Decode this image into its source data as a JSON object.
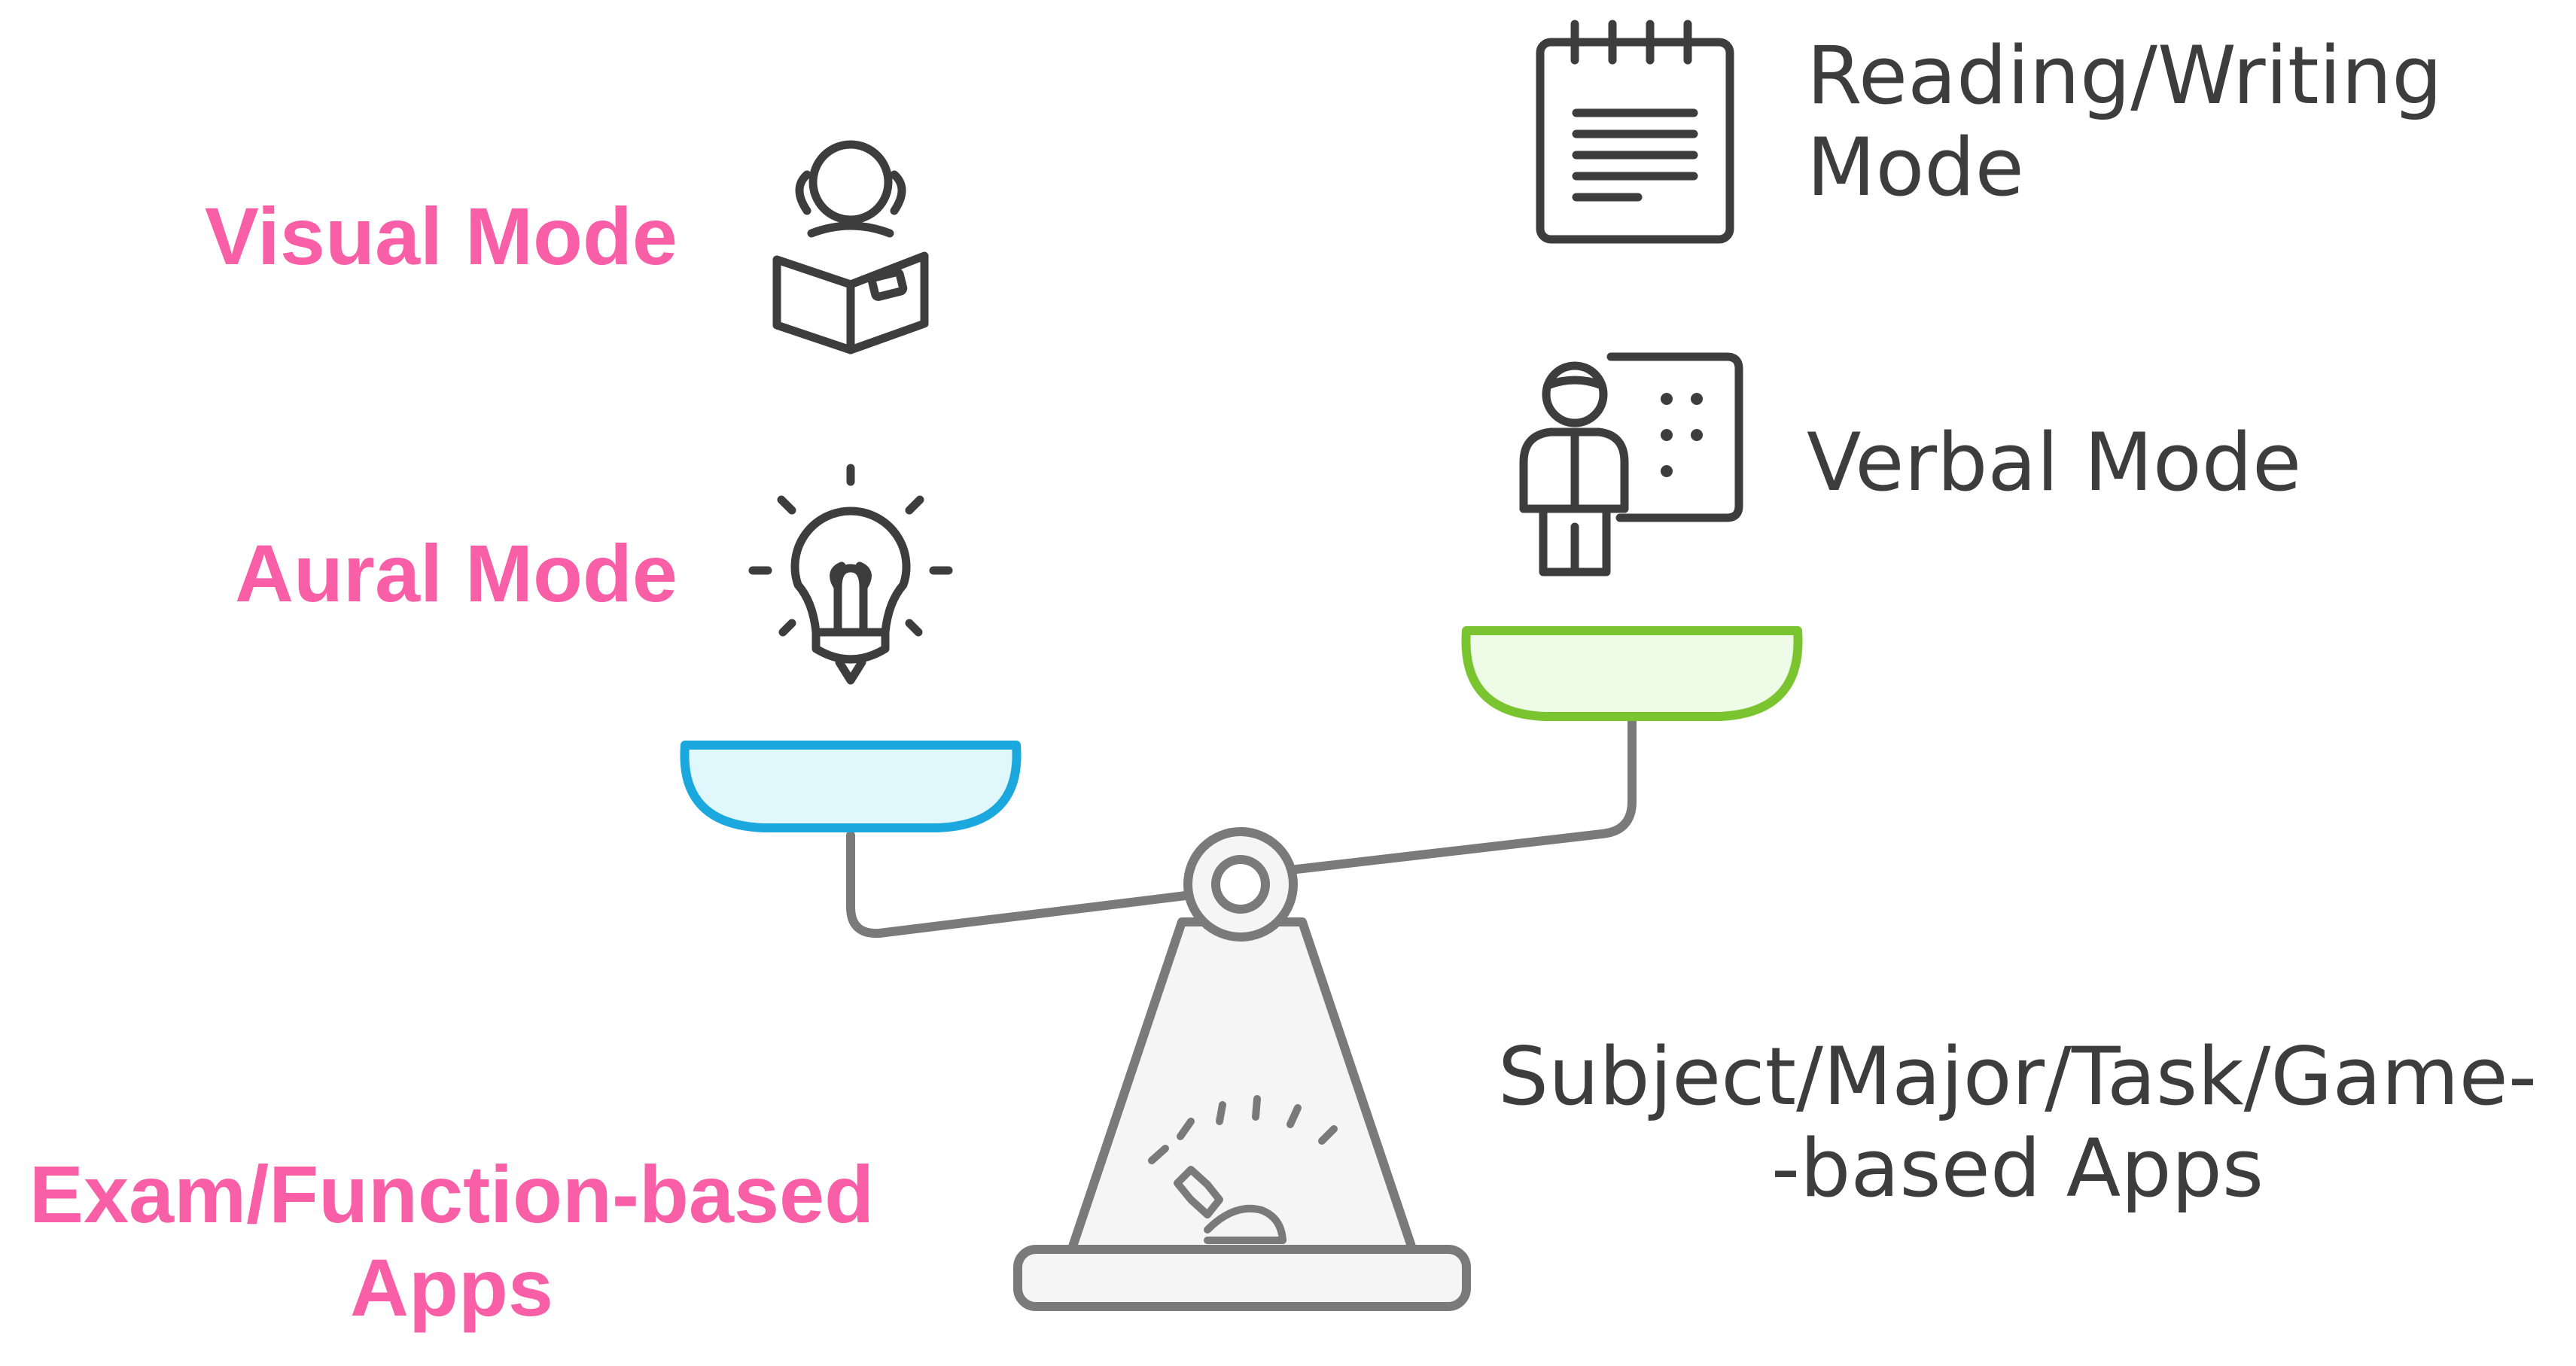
{
  "left_labels": {
    "visual": "Visual Mode",
    "aural": "Aural Mode",
    "category": {
      "line1": "Exam/Function-based",
      "line2": "Apps"
    }
  },
  "right_labels": {
    "reading": {
      "line1": "Reading/Writing",
      "line2": "Mode"
    },
    "verbal": "Verbal Mode",
    "category": {
      "line1": "Subject/Major/Task/Game-",
      "line2": "-based Apps"
    }
  },
  "icons": {
    "visual": "reading-person-icon",
    "aural": "lightbulb-icon",
    "reading": "notepad-icon",
    "verbal": "presenter-icon",
    "balance": "balance-scale-icon",
    "gauge": "gauge-icon"
  },
  "colors": {
    "left_pan_fill": "#e0f7fc",
    "left_pan_stroke": "#1aa8de",
    "right_pan_fill": "#eefbe7",
    "right_pan_stroke": "#7ac52f",
    "icon_stroke": "#3d3d3d",
    "scale_stroke": "#7a7a7a",
    "scale_fill": "#f5f5f5",
    "pink_text": "#f85fa6"
  }
}
